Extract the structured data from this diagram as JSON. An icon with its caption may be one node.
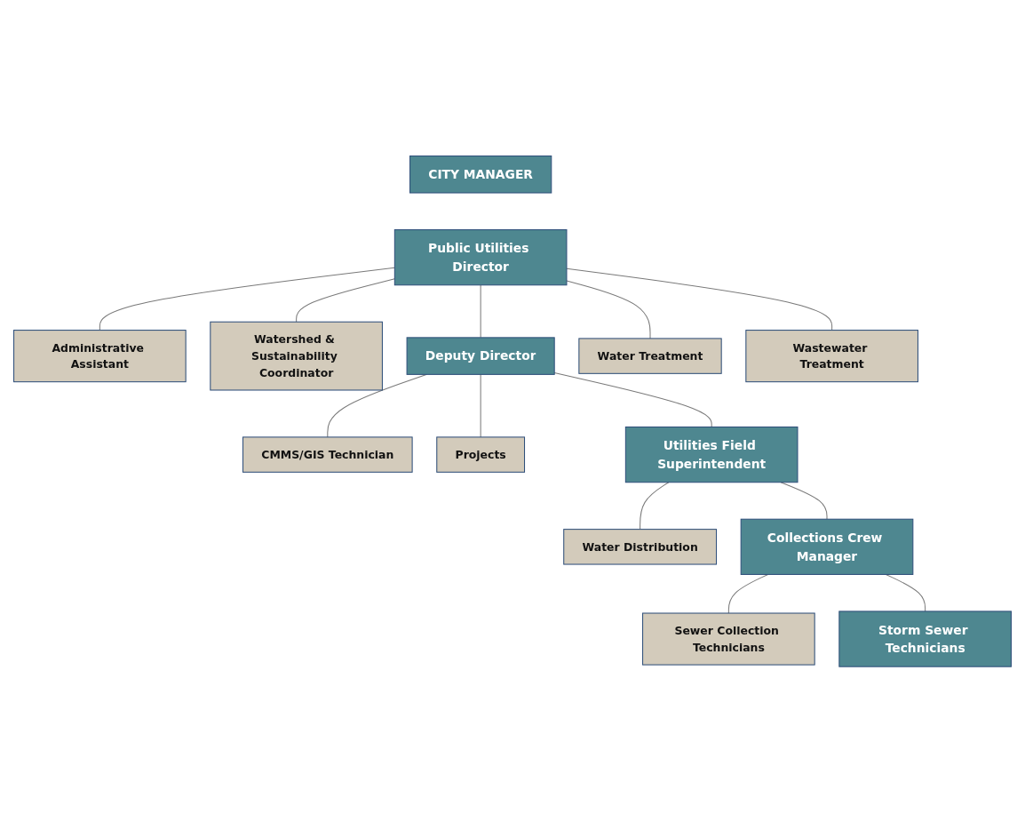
{
  "diagram": {
    "nodes": [
      {
        "text": [
          "CITY MANAGER"
        ]
      },
      {
        "text": [
          "Administrative Assistant"
        ]
      },
      {
        "text": [
          "Public Utilities Director"
        ]
      },
      {
        "text": [
          "Watershed & Sustainability Coordinator"
        ]
      },
      {
        "text": [
          "Deputy Director"
        ]
      },
      {
        "text": [
          "CMMS/GIS Technician"
        ]
      },
      {
        "text": [
          "Water Treatment"
        ]
      },
      {
        "text": [
          "Wastewater Treatment"
        ]
      },
      {
        "text": [
          "Projects"
        ]
      },
      {
        "text": [
          "Utilities Field Superintendent"
        ]
      },
      {
        "text": [
          "Water Distribution"
        ]
      },
      {
        "text": [
          "Collections Crew Manager"
        ]
      },
      {
        "text": [
          "Sewer Collection Technicians"
        ]
      },
      {
        "text": [
          "Storm Sewer Technicians"
        ]
      }
    ],
    "edges": [
      {
        "from": 2,
        "to": 1,
        "arrow": "none"
      },
      {
        "from": 2,
        "to": 3,
        "arrow": "none"
      },
      {
        "from": 2,
        "to": 4,
        "arrow": "none"
      },
      {
        "from": 2,
        "to": 6,
        "arrow": "none"
      },
      {
        "from": 2,
        "to": 7,
        "arrow": "none"
      },
      {
        "from": 4,
        "to": 5,
        "arrow": "none"
      },
      {
        "from": 4,
        "to": 8,
        "arrow": "none"
      },
      {
        "from": 4,
        "to": 9,
        "arrow": "none"
      },
      {
        "from": 9,
        "to": 10,
        "arrow": "none"
      },
      {
        "from": 9,
        "to": 11,
        "arrow": "none"
      },
      {
        "from": 11,
        "to": 12,
        "arrow": "none"
      },
      {
        "from": 11,
        "to": 13,
        "arrow": "none"
      }
    ]
  }
}
